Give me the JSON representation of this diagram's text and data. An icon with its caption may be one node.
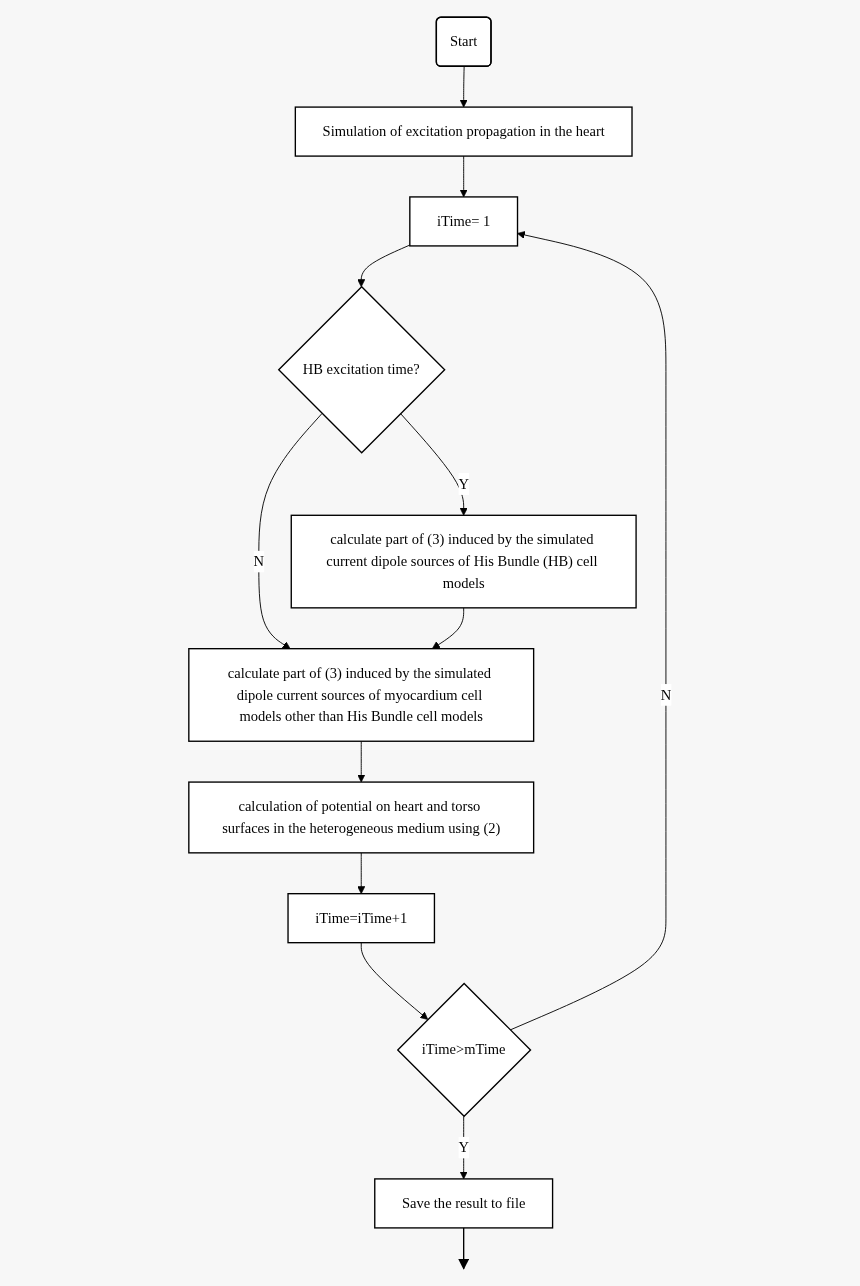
{
  "diagram": {
    "nodes": [
      {
        "text": [
          "Start"
        ]
      },
      {
        "text": [
          "Simulation of excitation propagation in the heart"
        ]
      },
      {
        "text": [
          "iTime= 1"
        ]
      },
      {
        "text": [
          "HB excitation time?"
        ]
      },
      {
        "text": [
          "calculate part of (3) induced by the simulated current dipole sources of His Bundle (HB) cell models"
        ]
      },
      {
        "text": [
          "calculate part of (3) induced by the simulated dipole current sources of myocardium cell models other than His Bundle cell models"
        ]
      },
      {
        "text": [
          "calculation of potential on heart and torso surfaces in the heterogeneous medium using (2)"
        ]
      },
      {
        "text": [
          "iTime=iTime+1"
        ]
      },
      {
        "text": [
          "iTime>mTime"
        ]
      },
      {
        "text": [
          "Save the result to file"
        ]
      }
    ],
    "edges": [
      {
        "from": 0,
        "to": 1,
        "arrow": "to"
      },
      {
        "from": 1,
        "to": 2,
        "arrow": "to"
      },
      {
        "from": 2,
        "to": 3,
        "arrow": "to"
      },
      {
        "from": 3,
        "to": 4,
        "label": "Y",
        "arrow": "to"
      },
      {
        "from": 3,
        "to": 5,
        "label": "N",
        "arrow": "to"
      },
      {
        "from": 4,
        "to": 5,
        "arrow": "to"
      },
      {
        "from": 5,
        "to": 6,
        "arrow": "to"
      },
      {
        "from": 6,
        "to": 7,
        "arrow": "to"
      },
      {
        "from": 7,
        "to": 8,
        "arrow": "to"
      },
      {
        "from": 8,
        "to": 2,
        "label": "N",
        "arrow": "to"
      },
      {
        "from": 8,
        "to": 9,
        "label": "Y",
        "arrow": "to"
      },
      {
        "from": 9,
        "to": null,
        "arrow": "to"
      }
    ]
  }
}
